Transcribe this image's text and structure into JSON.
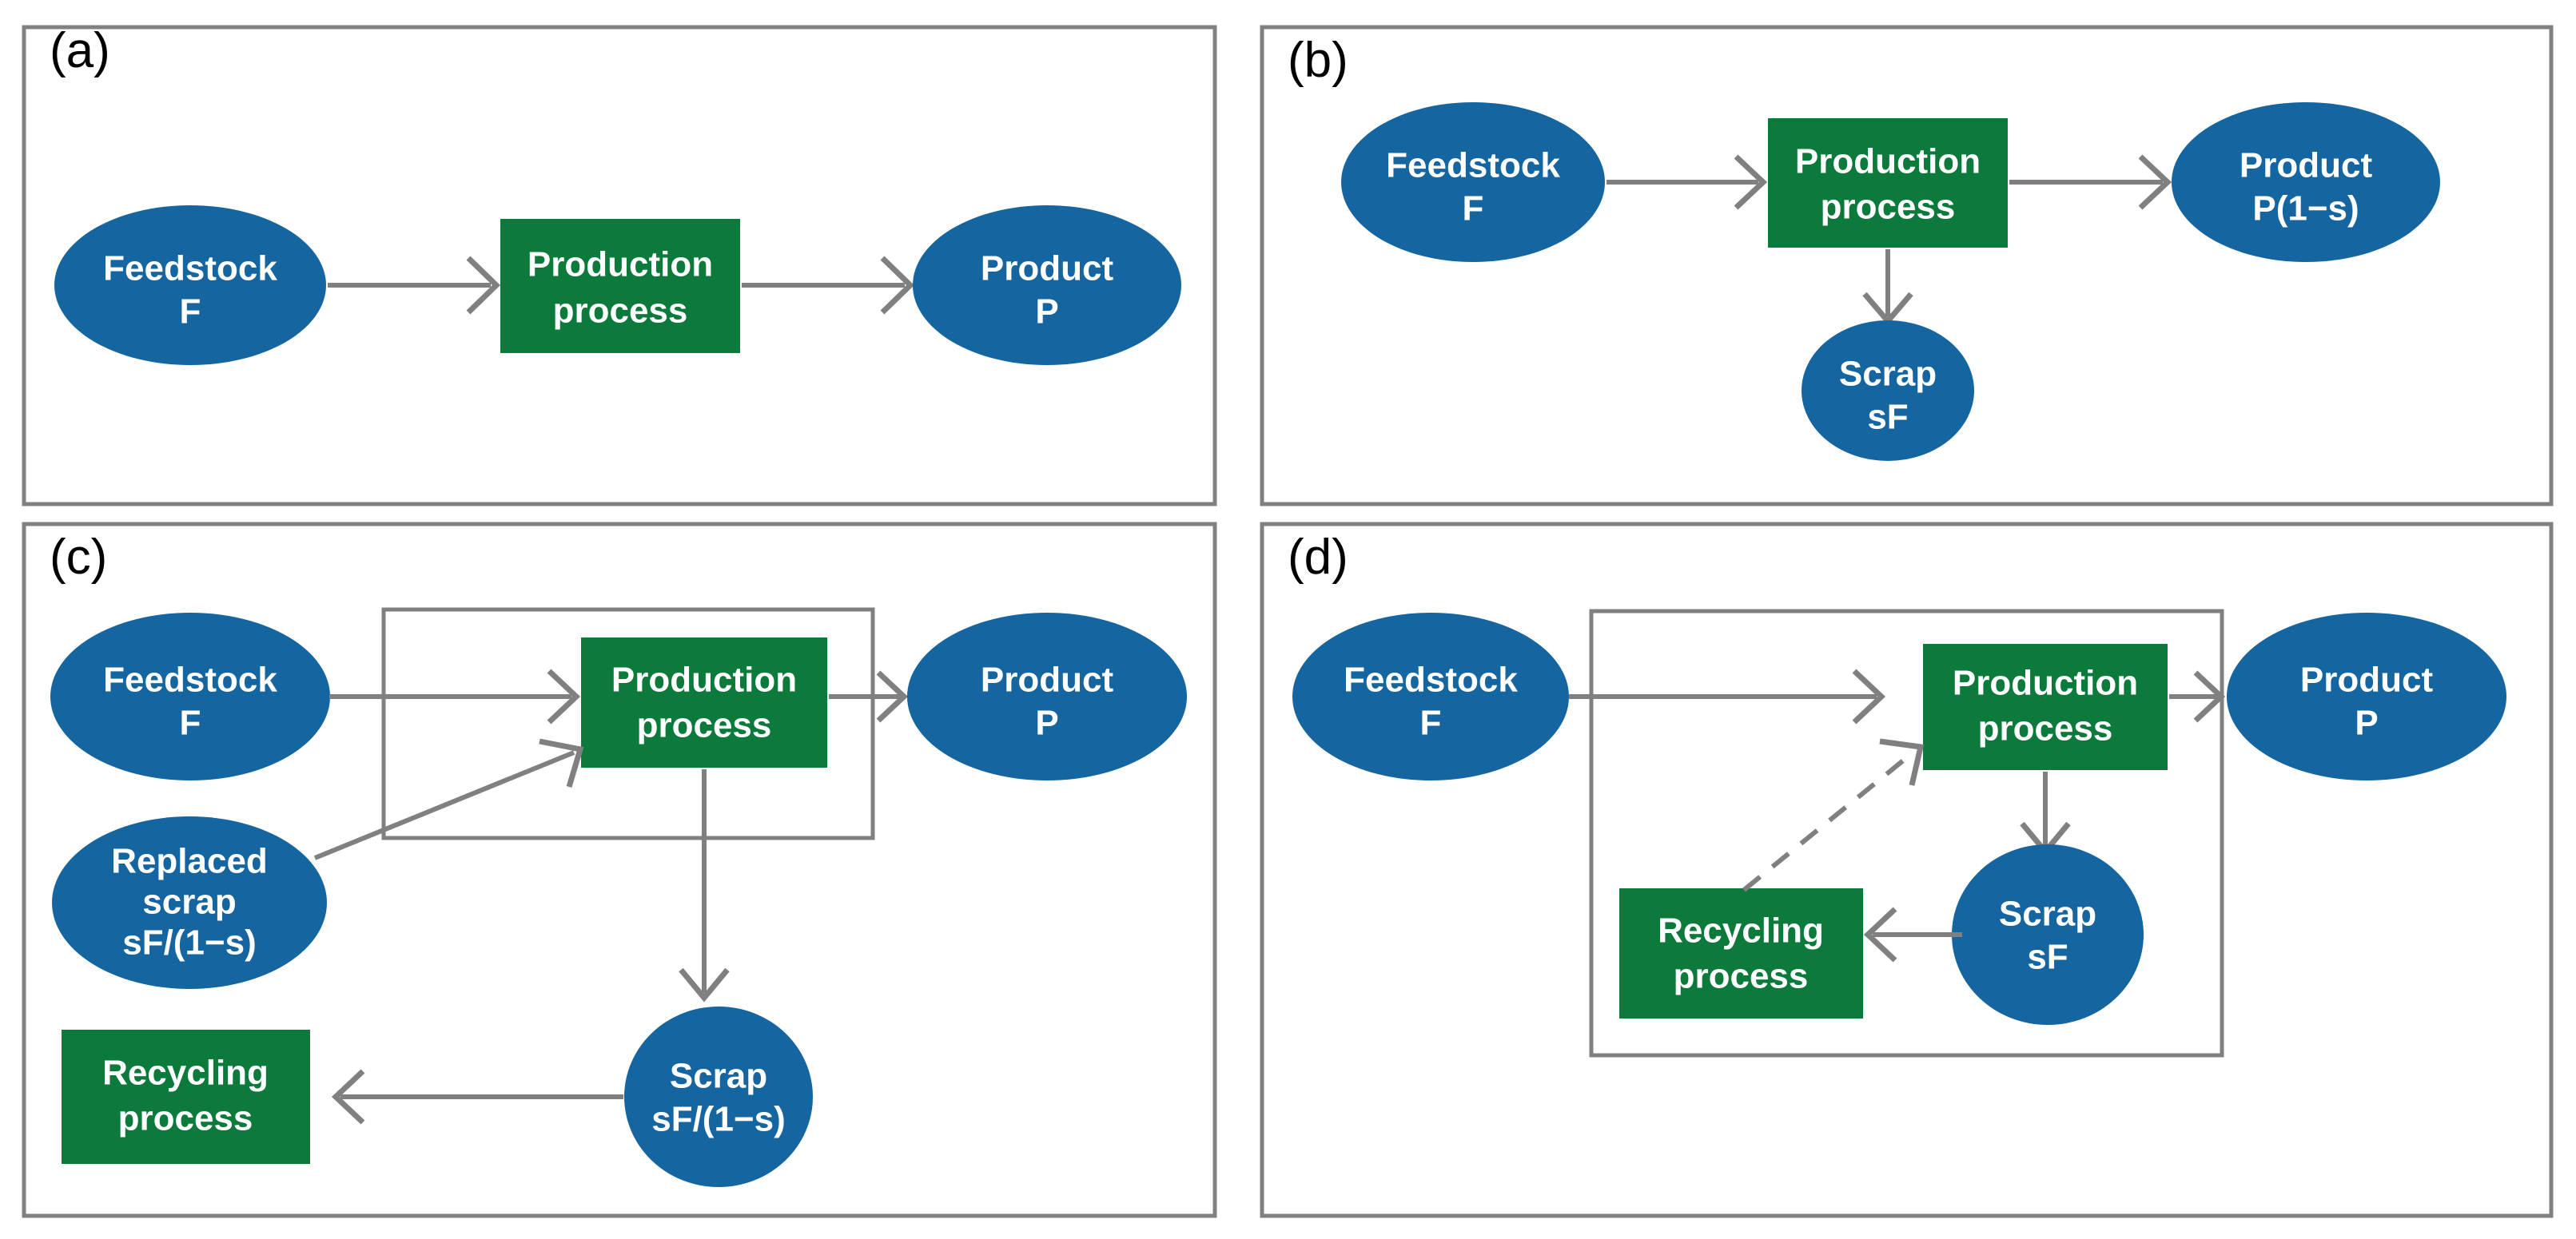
{
  "figure": {
    "background": "#ffffff",
    "colors": {
      "node_blue": "#1565a0",
      "node_green": "#0b7a3b",
      "stroke_gray": "#808080",
      "label_white": "#ffffff",
      "tag_black": "#000000"
    }
  },
  "panels": [
    {
      "id": "a",
      "tag": "(a)",
      "nodes": {
        "feedstock_line1": "Feedstock",
        "feedstock_line2": "F",
        "production_line1": "Production",
        "production_line2": "process",
        "product_line1": "Product",
        "product_line2": "P"
      }
    },
    {
      "id": "b",
      "tag": "(b)",
      "nodes": {
        "feedstock_line1": "Feedstock",
        "feedstock_line2": "F",
        "production_line1": "Production",
        "production_line2": "process",
        "product_line1": "Product",
        "product_line2": "P(1−s)",
        "scrap_line1": "Scrap",
        "scrap_line2": "sF"
      }
    },
    {
      "id": "c",
      "tag": "(c)",
      "nodes": {
        "feedstock_line1": "Feedstock",
        "feedstock_line2": "F",
        "production_line1": "Production",
        "production_line2": "process",
        "product_line1": "Product",
        "product_line2": "P",
        "replaced_line1": "Replaced",
        "replaced_line2": "scrap",
        "replaced_line3": "sF/(1−s)",
        "scrap_line1": "Scrap",
        "scrap_line2": "sF/(1−s)",
        "recycling_line1": "Recycling",
        "recycling_line2": "process"
      }
    },
    {
      "id": "d",
      "tag": "(d)",
      "nodes": {
        "feedstock_line1": "Feedstock",
        "feedstock_line2": "F",
        "production_line1": "Production",
        "production_line2": "process",
        "product_line1": "Product",
        "product_line2": "P",
        "scrap_line1": "Scrap",
        "scrap_line2": "sF",
        "recycling_line1": "Recycling",
        "recycling_line2": "process"
      }
    }
  ]
}
